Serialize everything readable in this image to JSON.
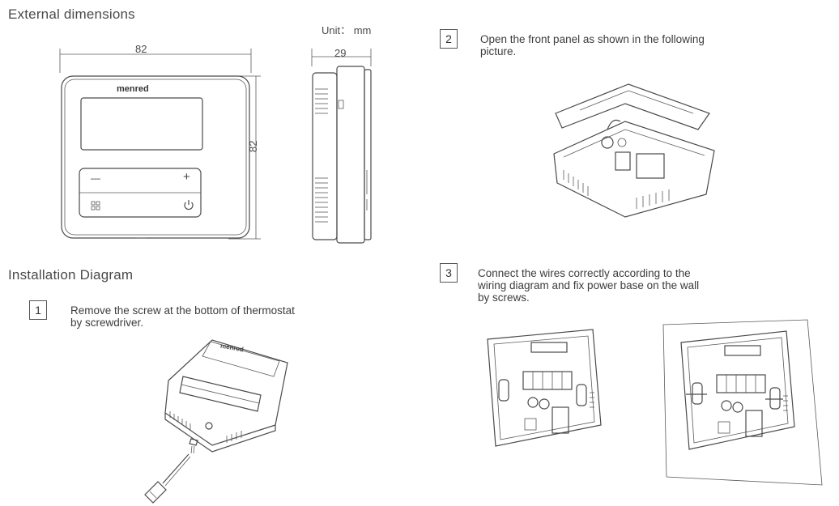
{
  "external": {
    "heading": "External dimensions",
    "unit": "Unit： mm",
    "front_width": "82",
    "front_height": "82",
    "side_depth": "29",
    "brand": "menred",
    "minus": "—",
    "plus": "+"
  },
  "installation": {
    "heading": "Installation Diagram",
    "steps": [
      {
        "number": "1",
        "lines": [
          "Remove the screw at the bottom of thermostat",
          "by screwdriver."
        ]
      },
      {
        "number": "2",
        "lines": [
          "Open the front panel as shown in the following",
          "picture."
        ]
      },
      {
        "number": "3",
        "lines": [
          "Connect  the  wires  correctly according to the",
          "wiring diagram and fix power base on the wall",
          "by screws."
        ]
      }
    ]
  },
  "icons": [
    "grid-icon",
    "power-icon",
    "screwdriver-icon",
    "screw-icon"
  ]
}
